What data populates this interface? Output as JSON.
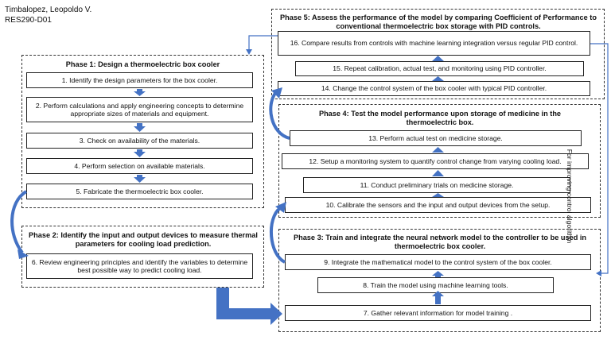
{
  "header": {
    "author": "Timbalopez, Leopoldo V.",
    "code": "RES290-D01"
  },
  "phase1": {
    "title": "Phase 1:  Design a thermoelectric box cooler",
    "steps": [
      "1. Identify the design parameters for the box cooler.",
      "2. Perform calculations and apply engineering concepts to determine appropriate sizes of materials and equipment.",
      "3. Check on availability of the materials.",
      "4. Perform selection on available materials.",
      "5. Fabricate the thermoelectric box cooler."
    ]
  },
  "phase2": {
    "title": "Phase 2:  Identify the input and output devices to measure thermal parameters for cooling load prediction.",
    "steps": [
      "6. Review engineering principles and identify the variables to determine best possible way to predict cooling load."
    ]
  },
  "phase3": {
    "title": "Phase 3: Train and integrate the neural network model to the controller to be used in thermoelectric box cooler.",
    "steps": [
      "9. Integrate the mathematical model to the control system of the box cooler.",
      "8. Train the model using machine learning tools.",
      "7. Gather relevant information for model training ."
    ]
  },
  "phase4": {
    "title": "Phase 4: Test the model performance upon storage of medicine in the thermoelectric box.",
    "steps": [
      "13. Perform actual test on medicine storage.",
      "12. Setup a monitoring system to quantify control change from varying cooling load.",
      "11. Conduct preliminary trials on medicine storage.",
      "10. Calibrate the sensors and the input and output devices from the setup."
    ]
  },
  "phase5": {
    "title": "Phase 5: Assess the performance of the model by comparing Coefficient of Performance to conventional thermoelectric box storage with PID controls.",
    "steps": [
      "16. Compare results from controls with machine learning integration versus regular PID control.",
      "15. Repeat calibration, actual test, and monitoring using PID controller.",
      "14. Change the control system of the box cooler with typical PID controller."
    ]
  },
  "side_label": "For improving control algorithm",
  "colors": {
    "arrow": "#4472c4",
    "border": "#222222"
  }
}
